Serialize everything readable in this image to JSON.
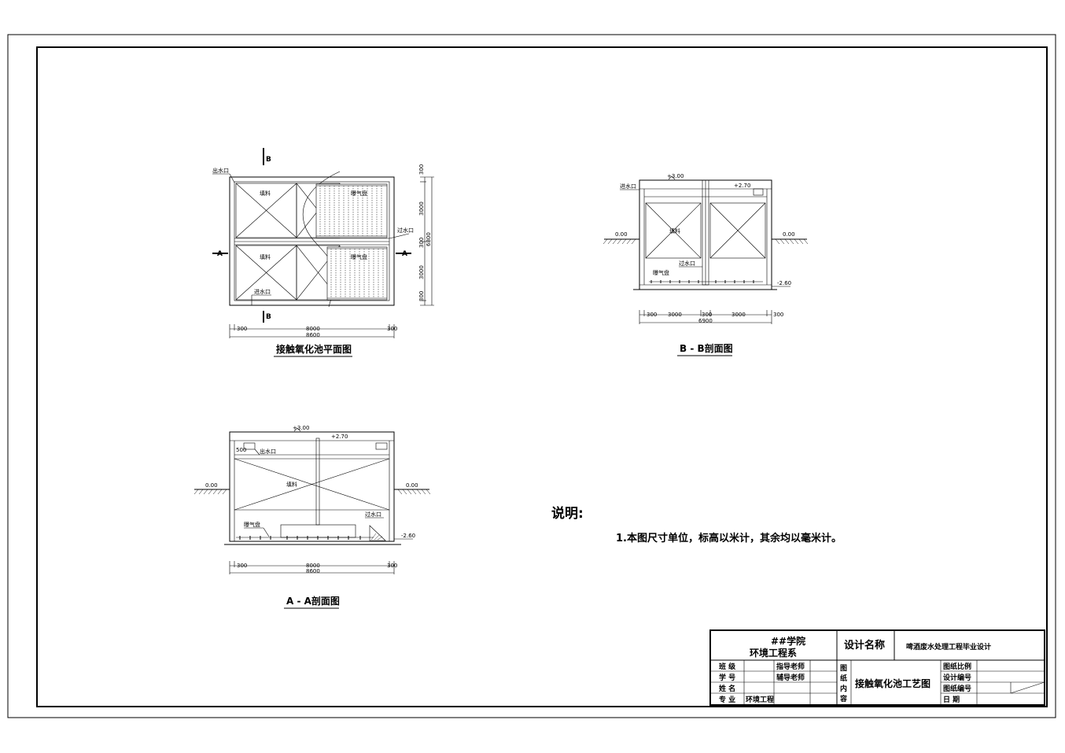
{
  "drawings": {
    "plan": {
      "title": "接触氧化池平面图",
      "section_b": "B",
      "section_a": "A",
      "label_outlet": "出水口",
      "label_inlet": "进水口",
      "label_overflow": "过水口",
      "label_packing": "填料",
      "label_aerator": "曝气盘",
      "dim_300": "300",
      "dim_3000": "3000",
      "dim_6800": "6800",
      "dim_8000": "8000",
      "dim_8600": "8600"
    },
    "section_bb": {
      "title": "B - B剖面图",
      "elev_top": "+3.00",
      "elev_water": "+2.70",
      "elev_ground": "0.00",
      "elev_bottom": "-2.60",
      "label_inlet": "进水口",
      "label_packing": "填料",
      "label_overflow": "过水口",
      "label_aerator": "曝气盘",
      "dims": [
        "300",
        "3000",
        "300",
        "3000",
        "300"
      ],
      "dim_total": "6900"
    },
    "section_aa": {
      "title": "A - A剖面图",
      "elev_top": "+3.00",
      "elev_water": "+2.70",
      "elev_ground": "0.00",
      "elev_bottom": "-2.60",
      "dim_500": "500",
      "label_outlet": "出水口",
      "label_packing": "填料",
      "label_aerator": "曝气盘",
      "label_overflow": "过水口",
      "dim_300": "300",
      "dim_8000": "8000",
      "dim_8600": "8600"
    }
  },
  "notes": {
    "heading": "说明:",
    "item1": "1.本图尺寸单位，标高以米计，其余均以毫米计。"
  },
  "title_block": {
    "school": "##学院",
    "department": "环境工程系",
    "design_name_label": "设计名称",
    "design_name": "啤酒废水处理工程毕业设计",
    "class_label": "班 级",
    "student_id_label": "学 号",
    "name_label": "姓 名",
    "major_label": "专 业",
    "major_value": "环境工程",
    "advisor_label": "指导老师",
    "assistant_label": "辅导老师",
    "drawing_content_label": "图纸内容",
    "drawing_content": "接触氧化池工艺图",
    "scale_label": "图纸比例",
    "design_no_label": "设计编号",
    "drawing_no_label": "图纸编号",
    "date_label": "日 期"
  }
}
